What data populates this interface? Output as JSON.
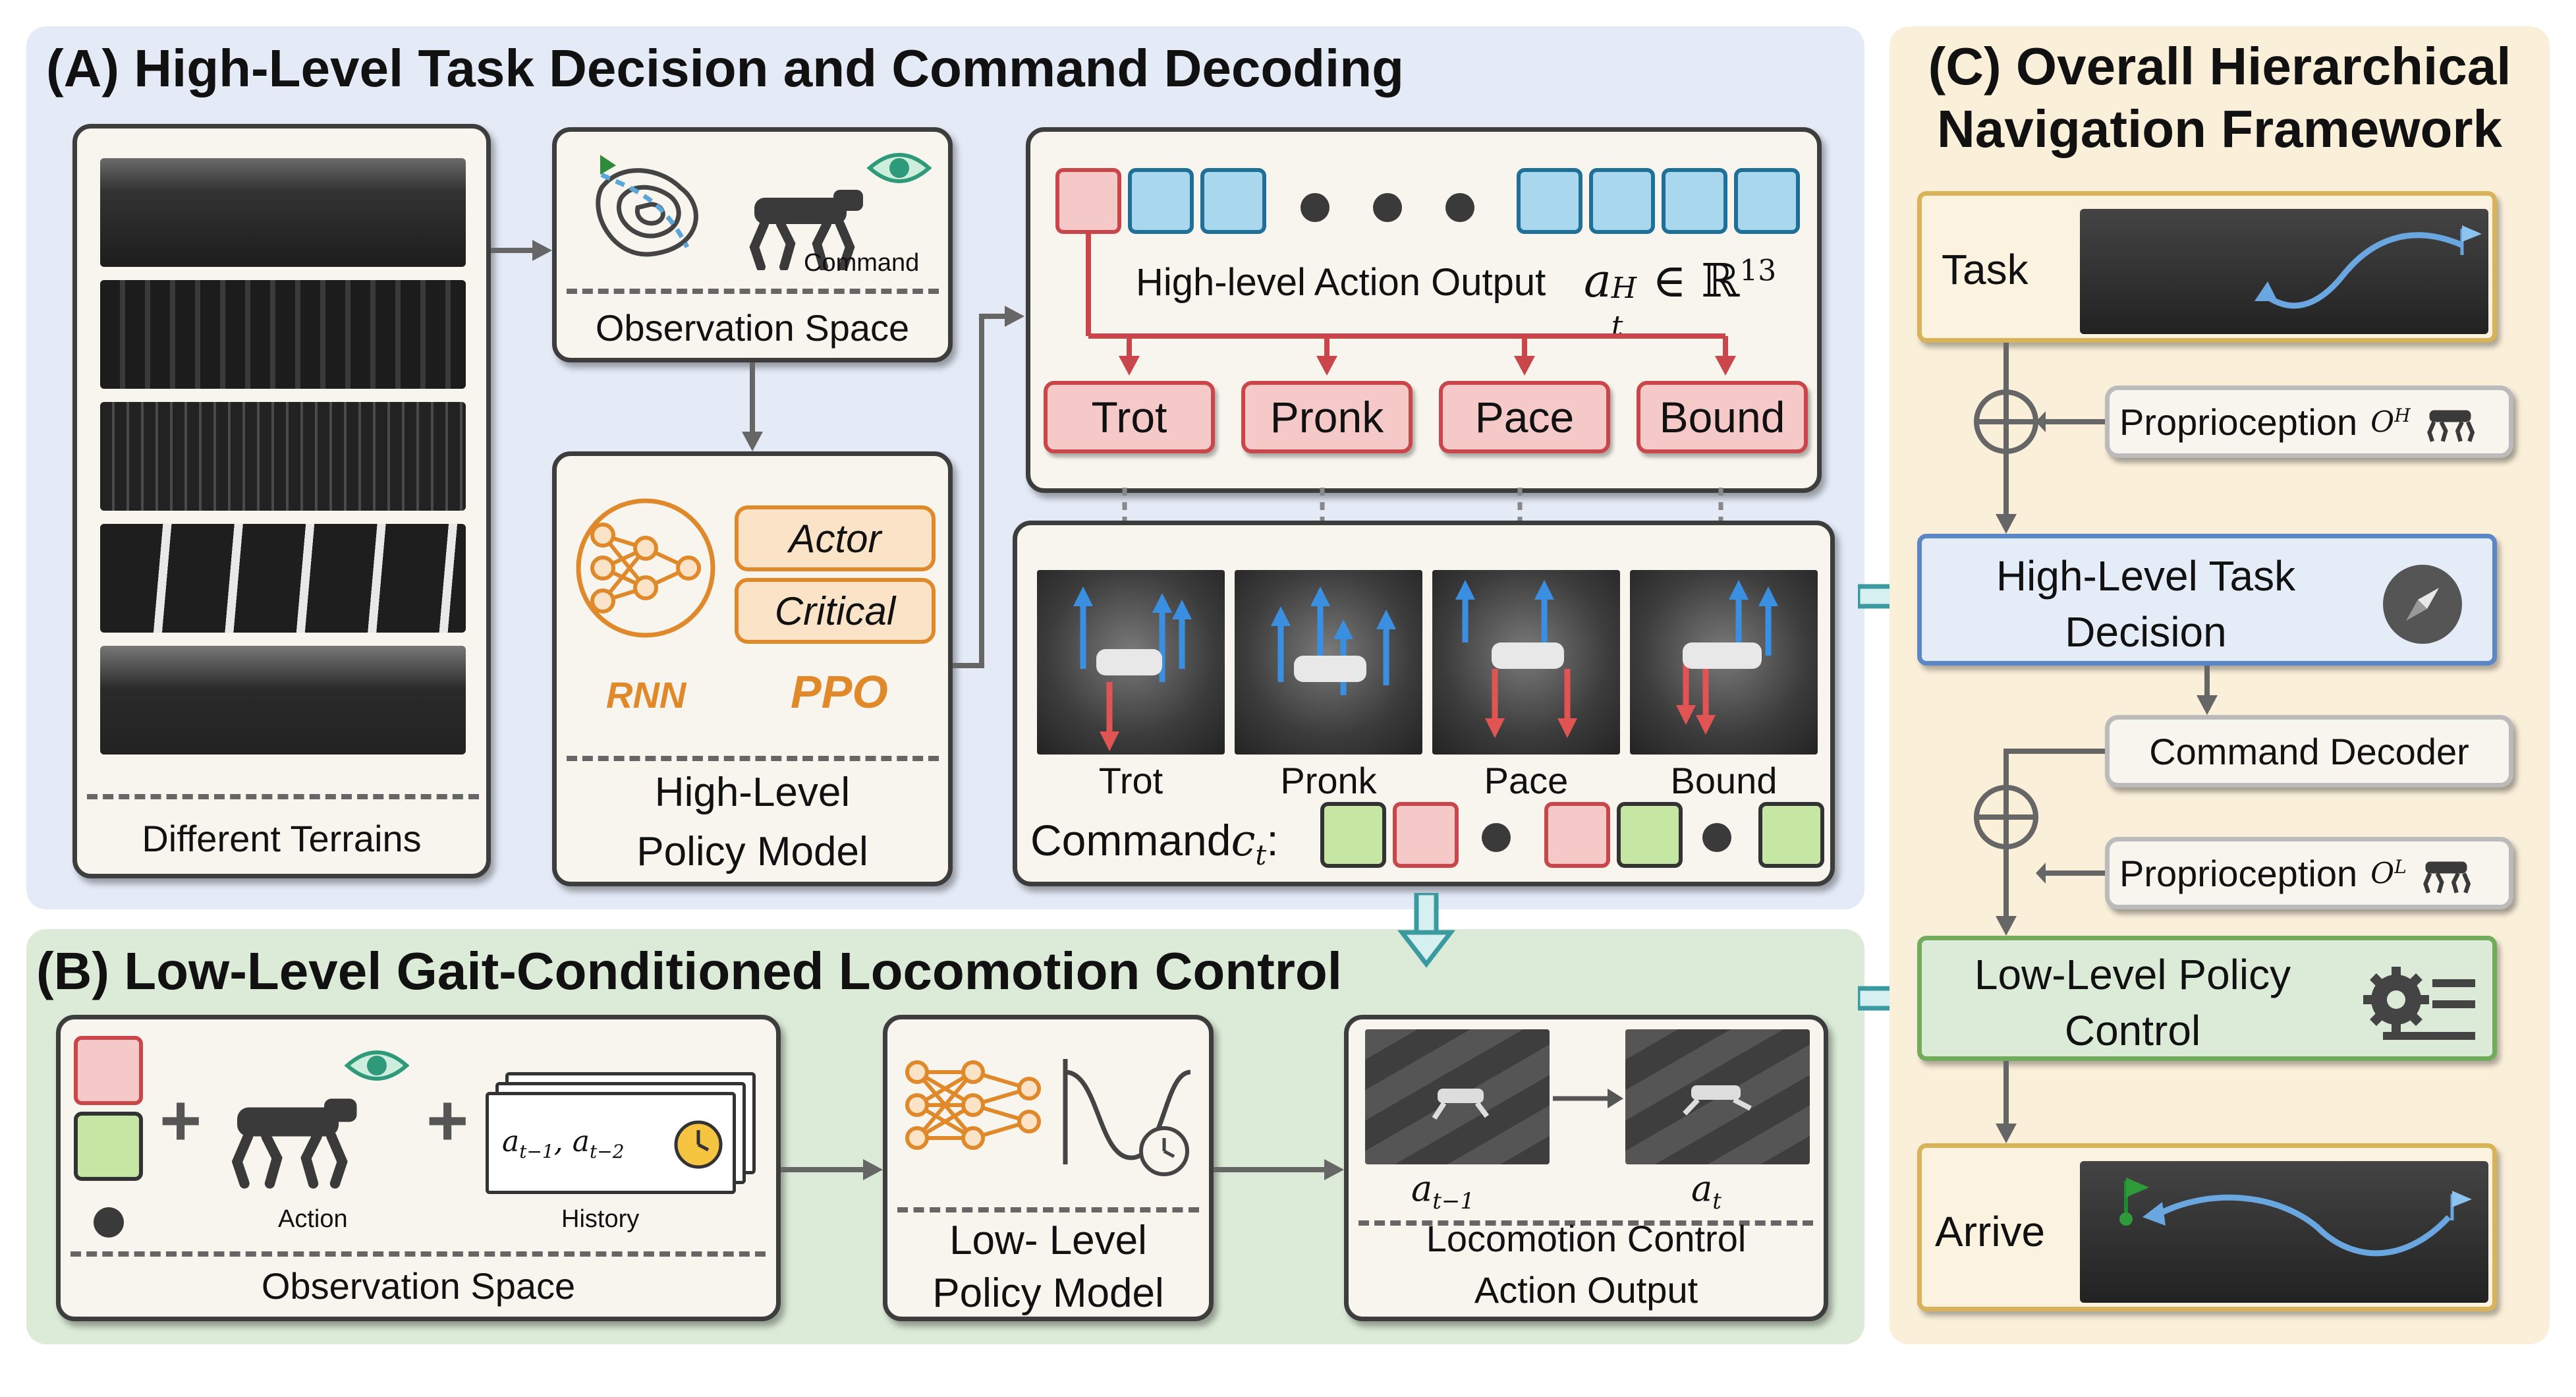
{
  "panel_a": {
    "title": "(A) High-Level Task Decision and Command Decoding",
    "terrains_label": "Different Terrains",
    "obs_label": "Observation Space",
    "command_small": "Command",
    "policy_label_1": "High-Level",
    "policy_label_2": "Policy Model",
    "rnn": "RNN",
    "ppo": "PPO",
    "actor": "Actor",
    "critical": "Critical",
    "action_output": "High-level Action Output",
    "action_math_base": "a",
    "action_math_sup": "H",
    "action_math_sub": "t",
    "action_math_space": "∈ ℝ",
    "action_math_exp": "13",
    "gaits": [
      "Trot",
      "Pronk",
      "Pace",
      "Bound"
    ],
    "command_label": "Command",
    "command_math": "c",
    "command_math_sub": "t",
    "command_colon": ":"
  },
  "panel_b": {
    "title": "(B) Low-Level Gait-Conditioned Locomotion Control",
    "plus": "+",
    "action": "Action",
    "history": "History",
    "history_math": "a",
    "history_sub1": "t−1",
    "history_comma": ", ",
    "history_sub2": "t−2",
    "obs_label": "Observation Space",
    "policy_label_1": "Low- Level",
    "policy_label_2": "Policy Model",
    "a_prev": "a",
    "a_prev_sub": "t−1",
    "a_cur": "a",
    "a_cur_sub": "t",
    "output_1": "Locomotion Control",
    "output_2": "Action Output"
  },
  "panel_c": {
    "title_1": "(C) Overall Hierarchical",
    "title_2": "Navigation Framework",
    "task": "Task",
    "proprio": "Proprioception",
    "o_h": "O",
    "o_h_sup": "H",
    "o_l": "O",
    "o_l_sup": "L",
    "high_level_1": "High-Level Task",
    "high_level_2": "Decision",
    "command_decoder": "Command Decoder",
    "low_level_1": "Low-Level Policy",
    "low_level_2": "Control",
    "arrive": "Arrive"
  },
  "colors": {
    "panel_a_bg": "#e4ebf7",
    "panel_b_bg": "#dcebd7",
    "panel_c_bg": "#faefd9",
    "orange": "#e0892a",
    "red": "#c9474b",
    "blue": "#1f6f96",
    "teal": "#3a9aa0"
  }
}
